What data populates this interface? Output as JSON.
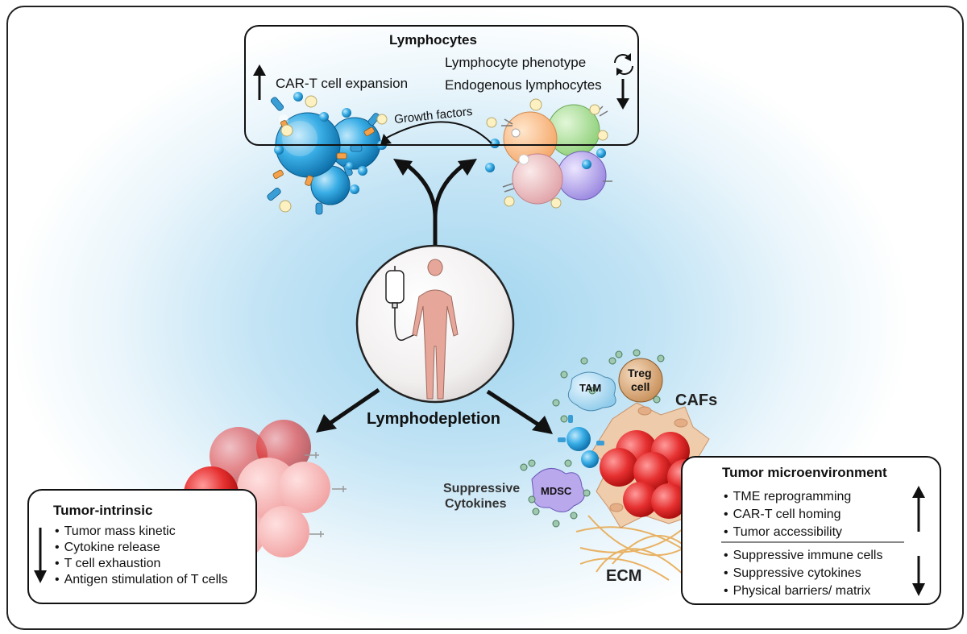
{
  "lymphocytes": {
    "title": "Lymphocytes",
    "car_t_expansion": "CAR-T cell expansion",
    "phenotype": "Lymphocyte phenotype",
    "endogenous": "Endogenous lymphocytes",
    "growth_factors": "Growth factors"
  },
  "center": {
    "label": "Lymphodepletion"
  },
  "tumor_intrinsic": {
    "title": "Tumor-intrinsic",
    "items": [
      "Tumor mass kinetic",
      "Cytokine release",
      "T cell exhaustion",
      "Antigen stimulation of T cells"
    ]
  },
  "tme": {
    "title": "Tumor microenvironment",
    "up_items": [
      "TME reprogramming",
      "CAR-T cell homing",
      "Tumor accessibility"
    ],
    "down_items": [
      "Suppressive immune cells",
      "Suppressive cytokines",
      "Physical barriers/ matrix"
    ],
    "labels": {
      "tam": "TAM",
      "treg_1": "Treg",
      "treg_2": "cell",
      "cafs": "CAFs",
      "mdsc": "MDSC",
      "suppressive_1": "Suppressive",
      "suppressive_2": "Cytokines",
      "ecm": "ECM"
    }
  },
  "colors": {
    "car_t": "#2a9fd8",
    "tumor": "#e23a3a",
    "background_glow": "#9fd4ee",
    "caf": "#f2c9a3",
    "ecm": "#e8a64a"
  }
}
